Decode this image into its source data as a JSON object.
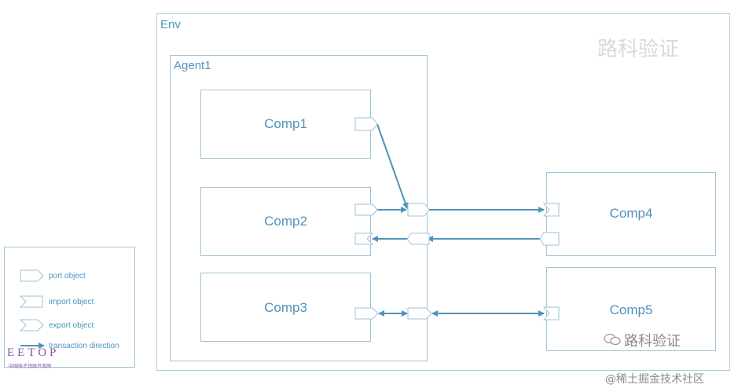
{
  "env": {
    "label": "Env"
  },
  "agent": {
    "label": "Agent1"
  },
  "components": {
    "comp1": "Comp1",
    "comp2": "Comp2",
    "comp3": "Comp3",
    "comp4": "Comp4",
    "comp5": "Comp5"
  },
  "watermarks": {
    "top_right": "路科验证",
    "wechat": "路科验证",
    "juejin": "@稀土掘金技术社区"
  },
  "legend": {
    "port": "port object",
    "import": "import object",
    "export": "export object",
    "direction": "transaction direction"
  },
  "logo": {
    "name": "EETOP",
    "sub": "中国电子顶级开发网"
  },
  "colors": {
    "line": "#4f93bd",
    "border": "#9ec3d6",
    "logo": "#8a4fa0"
  }
}
